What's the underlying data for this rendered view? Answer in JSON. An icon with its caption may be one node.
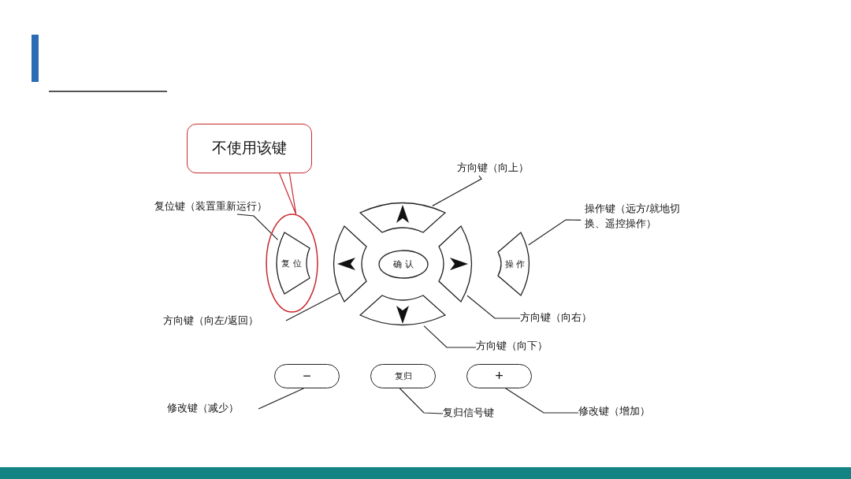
{
  "diagram": {
    "nodes": [
      {
        "text": [
          "不使用该键"
        ]
      },
      {
        "text": [],
        "shape": "ellipse"
      },
      {
        "text": [
          "复 位"
        ],
        "in": 1
      },
      {
        "text": [
          "复位键（装置重新运行）"
        ]
      },
      {
        "text": [
          "方向键（向上）"
        ]
      },
      {
        "text": [],
        "shape": "sector"
      },
      {
        "text": [],
        "shape": "sector"
      },
      {
        "text": [
          "确 认"
        ]
      },
      {
        "text": [],
        "shape": "sector"
      },
      {
        "text": [],
        "shape": "sector"
      },
      {
        "text": [
          "操 作"
        ]
      },
      {
        "text": [
          "操作键（远方/就地切换、遥控操作）"
        ]
      },
      {
        "text": [
          "方向键（向左/返回）"
        ]
      },
      {
        "text": [
          "方向键（向右）"
        ]
      },
      {
        "text": [
          "方向键（向下）"
        ]
      },
      {
        "text": [
          "−"
        ]
      },
      {
        "text": [
          "复归"
        ]
      },
      {
        "text": [
          "+"
        ]
      },
      {
        "text": [
          "修改键（减少）"
        ]
      },
      {
        "text": [
          "复归信号键"
        ]
      },
      {
        "text": [
          "修改键（增加）"
        ]
      }
    ],
    "edges": [
      {
        "from": 0,
        "to": 1,
        "arrow": "none",
        "color": "#c8282d"
      },
      {
        "from": 3,
        "to": 2,
        "arrow": "none"
      },
      {
        "from": 4,
        "to": 5,
        "arrow": "none"
      },
      {
        "from": 11,
        "to": 10,
        "arrow": "none"
      },
      {
        "from": 12,
        "to": 6,
        "arrow": "none"
      },
      {
        "from": 13,
        "to": 8,
        "arrow": "none"
      },
      {
        "from": 14,
        "to": 9,
        "arrow": "none"
      },
      {
        "from": 18,
        "to": 15,
        "arrow": "none"
      },
      {
        "from": 19,
        "to": 16,
        "arrow": "none"
      },
      {
        "from": 20,
        "to": 17,
        "arrow": "none"
      }
    ]
  }
}
